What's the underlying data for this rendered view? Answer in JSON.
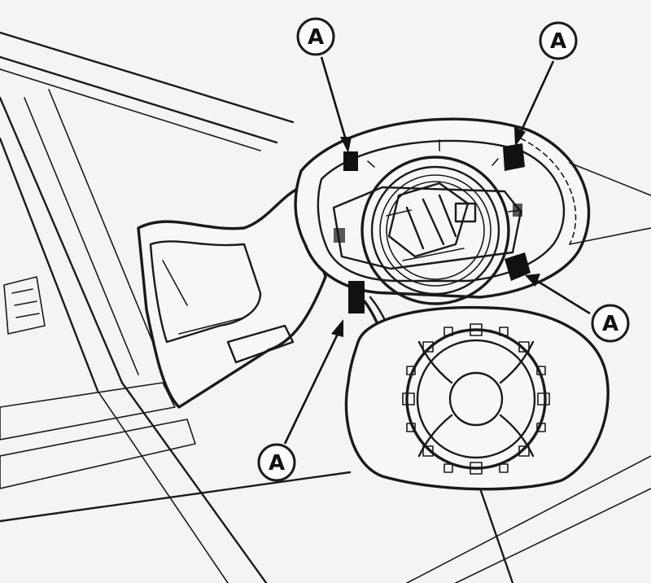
{
  "callouts": [
    {
      "label": "A",
      "target": "clip-top-left"
    },
    {
      "label": "A",
      "target": "clip-top-right"
    },
    {
      "label": "A",
      "target": "clip-right"
    },
    {
      "label": "A",
      "target": "clip-bottom-left"
    }
  ],
  "colors": {
    "ink": "#1a1a1a",
    "paper": "#f4f4f2"
  }
}
